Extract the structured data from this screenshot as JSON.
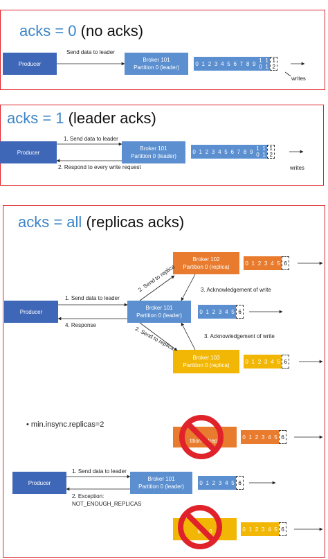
{
  "colors": {
    "panel_border": "#e0222a",
    "title_accent": "#3d85c6",
    "producer": "#3f67b8",
    "leader": "#5b8fd0",
    "replica_102": "#e87b2d",
    "replica_103": "#f2b705",
    "no_sign": "#e0222a"
  },
  "panel1": {
    "title_accent": "acks = 0",
    "title_rest": " (no acks)",
    "producer": "Producer",
    "arrow_label": "Send data to leader",
    "broker_line1": "Broker 101",
    "broker_line2": "Partition 0 (leader)",
    "cells": [
      "0",
      "1",
      "2",
      "3",
      "4",
      "5",
      "6",
      "7",
      "8",
      "9"
    ],
    "stacked": [
      [
        "1",
        "0"
      ],
      [
        "1",
        "1"
      ]
    ],
    "next": [
      "1",
      "2"
    ],
    "writes": "writes"
  },
  "panel2": {
    "title_accent": "acks = 1",
    "title_rest": " (leader acks)",
    "producer": "Producer",
    "arrow_label_1": "1. Send data to leader",
    "arrow_label_2": "2. Respond to every write request",
    "broker_line1": "Broker 101",
    "broker_line2": "Partition 0 (leader)",
    "cells": [
      "0",
      "1",
      "2",
      "3",
      "4",
      "5",
      "6",
      "7",
      "8",
      "9"
    ],
    "stacked": [
      [
        "1",
        "0"
      ],
      [
        "1",
        "1"
      ]
    ],
    "next": [
      "1",
      "2"
    ],
    "writes": "writes"
  },
  "panel3": {
    "title_accent": "acks = all",
    "title_rest": " (replicas acks)",
    "top": {
      "producer": "Producer",
      "send_label": "1. Send data to leader",
      "response_label": "4. Response",
      "leader_line1": "Broker 101",
      "leader_line2": "Partition 0 (leader)",
      "replica102_line1": "Broker 102",
      "replica102_line2": "Partition 0 (replica)",
      "replica103_line1": "Broker 103",
      "replica103_line2": "Partition 0 (replica)",
      "send_replica_1": "2. Send to replica",
      "send_replica_2": "2. Send to replica",
      "ack_1": "3. Acknowledgement of write",
      "ack_2": "3. Acknowledgement of write",
      "cells": [
        "0",
        "1",
        "2",
        "3",
        "4",
        "5"
      ],
      "next": "6"
    },
    "bottom": {
      "bullet": "• min.insync.replicas=2",
      "producer": "Producer",
      "send_label": "1. Send data to leader",
      "exception_line1": "2. Exception:",
      "exception_line2": "NOT_ENOUGH_REPLICAS",
      "leader_line1": "Broker 101",
      "leader_line2": "Partition 0 (leader)",
      "replica102_fragment": "tition 0 (repli",
      "replica103_fragment": "ition 0",
      "cells": [
        "0",
        "1",
        "2",
        "3",
        "4",
        "5"
      ],
      "next": "6"
    }
  }
}
